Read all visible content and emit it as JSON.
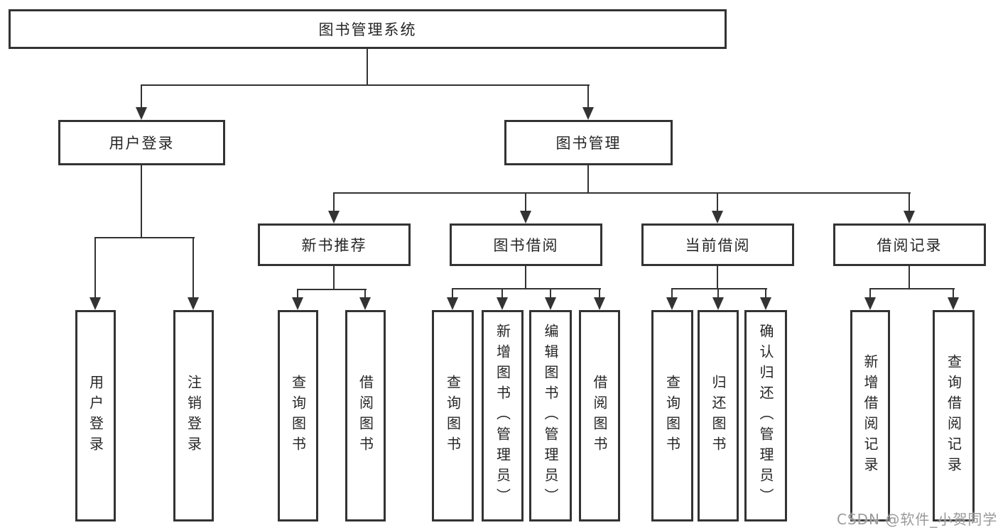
{
  "page": {
    "background": "#ffffff"
  },
  "watermark": {
    "text": "CSDN @软件_小贺同学",
    "color": "#9a9a9a"
  },
  "diagram": {
    "title": "图书管理系统",
    "line_color": "#333333",
    "box_border_color": "#333333",
    "text_color": "#262626",
    "nodes": [
      {
        "id": "root",
        "label": "图书管理系统",
        "level": 1,
        "parent": null,
        "orientation": "horizontal"
      },
      {
        "id": "user-login",
        "label": "用户登录",
        "level": 2,
        "parent": "root",
        "orientation": "horizontal"
      },
      {
        "id": "book-management",
        "label": "图书管理",
        "level": 2,
        "parent": "root",
        "orientation": "horizontal"
      },
      {
        "id": "new-book-recommendation",
        "label": "新书推荐",
        "level": 3,
        "parent": "book-management",
        "orientation": "horizontal"
      },
      {
        "id": "book-borrowing",
        "label": "图书借阅",
        "level": 3,
        "parent": "book-management",
        "orientation": "horizontal"
      },
      {
        "id": "current-borrowing",
        "label": "当前借阅",
        "level": 3,
        "parent": "book-management",
        "orientation": "horizontal"
      },
      {
        "id": "borrowing-records",
        "label": "借阅记录",
        "level": 3,
        "parent": "book-management",
        "orientation": "horizontal"
      },
      {
        "id": "leaf-user-login",
        "label": "用户登录",
        "level": 4,
        "parent": "user-login",
        "orientation": "vertical"
      },
      {
        "id": "leaf-logout",
        "label": "注销登录",
        "level": 4,
        "parent": "user-login",
        "orientation": "vertical"
      },
      {
        "id": "leaf-recommend-query-books",
        "label": "查询图书",
        "level": 4,
        "parent": "new-book-recommendation",
        "orientation": "vertical"
      },
      {
        "id": "leaf-recommend-borrow-books",
        "label": "借阅图书",
        "level": 4,
        "parent": "new-book-recommendation",
        "orientation": "vertical"
      },
      {
        "id": "leaf-borrow-query-books",
        "label": "查询图书",
        "level": 4,
        "parent": "book-borrowing",
        "orientation": "vertical"
      },
      {
        "id": "leaf-borrow-add-books",
        "label": "新增图书（管理员）",
        "level": 4,
        "parent": "book-borrowing",
        "orientation": "vertical"
      },
      {
        "id": "leaf-borrow-edit-books",
        "label": "编辑图书（管理员）",
        "level": 4,
        "parent": "book-borrowing",
        "orientation": "vertical"
      },
      {
        "id": "leaf-borrow-borrow-books",
        "label": "借阅图书",
        "level": 4,
        "parent": "book-borrowing",
        "orientation": "vertical"
      },
      {
        "id": "leaf-current-query-books",
        "label": "查询图书",
        "level": 4,
        "parent": "current-borrowing",
        "orientation": "vertical"
      },
      {
        "id": "leaf-current-return-books",
        "label": "归还图书",
        "level": 4,
        "parent": "current-borrowing",
        "orientation": "vertical"
      },
      {
        "id": "leaf-current-confirm-return",
        "label": "确认归还（管理员）",
        "level": 4,
        "parent": "current-borrowing",
        "orientation": "vertical"
      },
      {
        "id": "leaf-records-add-record",
        "label": "新增借阅记录",
        "level": 4,
        "parent": "borrowing-records",
        "orientation": "vertical"
      },
      {
        "id": "leaf-records-query-record",
        "label": "查询借阅记录",
        "level": 4,
        "parent": "borrowing-records",
        "orientation": "vertical"
      }
    ]
  }
}
